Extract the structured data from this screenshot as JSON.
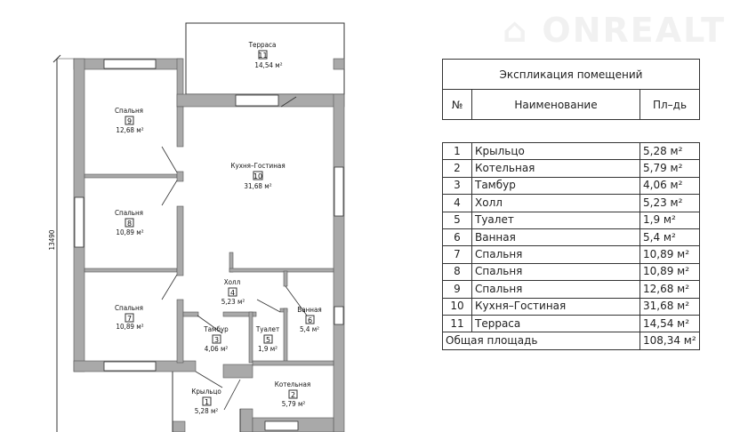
{
  "watermark": {
    "brand": "ONREALT"
  },
  "plan": {
    "dimension": "13490",
    "rooms": [
      {
        "no": "11",
        "name": "Терраса",
        "area": "14,54 м²"
      },
      {
        "no": "9",
        "name": "Спальня",
        "area": "12,68 м²"
      },
      {
        "no": "10",
        "name": "Кухня–Гостиная",
        "area": "31,68 м²"
      },
      {
        "no": "8",
        "name": "Спальня",
        "area": "10,89 м²"
      },
      {
        "no": "7",
        "name": "Спальня",
        "area": "10,89 м²"
      },
      {
        "no": "4",
        "name": "Холл",
        "area": "5,23 м²"
      },
      {
        "no": "6",
        "name": "Ванная",
        "area": "5,4 м²"
      },
      {
        "no": "3",
        "name": "Тамбур",
        "area": "4,06 м²"
      },
      {
        "no": "5",
        "name": "Туалет",
        "area": "1,9 м²"
      },
      {
        "no": "1",
        "name": "Крыльцо",
        "area": "5,28 м²"
      },
      {
        "no": "2",
        "name": "Котельная",
        "area": "5,79 м²"
      }
    ]
  },
  "table": {
    "title": "Экспликация помещений",
    "col_no": "№",
    "col_name": "Наименование",
    "col_area": "Пл–дь",
    "rows": [
      {
        "no": "1",
        "name": "Крыльцо",
        "area": "5,28  м²"
      },
      {
        "no": "2",
        "name": "Котельная",
        "area": "5,79  м²"
      },
      {
        "no": "3",
        "name": "Тамбур",
        "area": "4,06  м²"
      },
      {
        "no": "4",
        "name": "Холл",
        "area": "5,23  м²"
      },
      {
        "no": "5",
        "name": "Туалет",
        "area": "1,9  м²"
      },
      {
        "no": "6",
        "name": "Ванная",
        "area": "5,4  м²"
      },
      {
        "no": "7",
        "name": "Спальня",
        "area": "10,89  м²"
      },
      {
        "no": "8",
        "name": "Спальня",
        "area": "10,89  м²"
      },
      {
        "no": "9",
        "name": "Спальня",
        "area": "12,68  м²"
      },
      {
        "no": "10",
        "name": "Кухня–Гостиная",
        "area": "31,68  м²"
      },
      {
        "no": "11",
        "name": "Терраса",
        "area": "14,54  м²"
      }
    ],
    "total_label": "Общая площадь",
    "total_area": "108,34  м²"
  }
}
